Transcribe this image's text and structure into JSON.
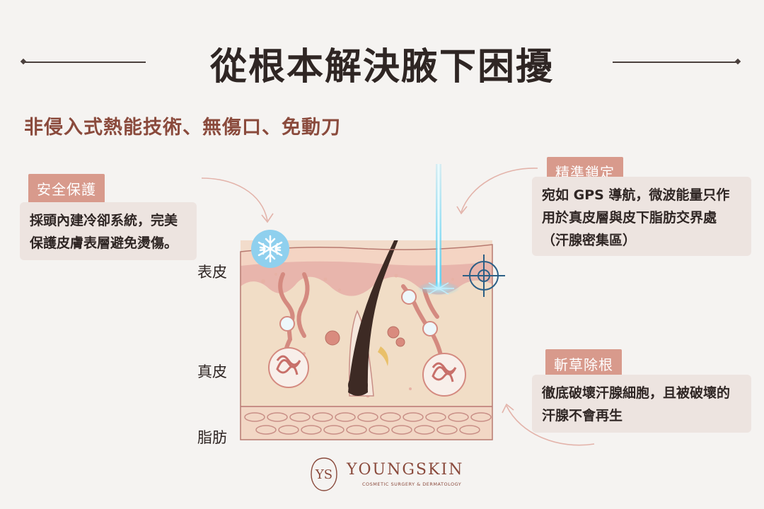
{
  "title": "從根本解決腋下困擾",
  "subtitle": "非侵入式熱能技術、無傷口、免動刀",
  "callouts": {
    "safety": {
      "tag": "安全保護",
      "text": "採頭內建冷卻系統，完美保護皮膚表層避免燙傷。"
    },
    "precise": {
      "tag": "精準鎖定",
      "text": "宛如 GPS 導航，微波能量只作用於真皮層與皮下脂肪交界處（汗腺密集區）"
    },
    "root": {
      "tag": "斬草除根",
      "text": "徹底破壞汗腺細胞，且被破壞的汗腺不會再生"
    }
  },
  "layers": {
    "epidermis": "表皮",
    "dermis": "真皮",
    "fat": "脂肪"
  },
  "brand": {
    "name": "YOUNGSKIN",
    "tagline": "COSMETIC SURGERY & DERMATOLOGY",
    "monogram": "YS"
  },
  "icons": {
    "snowflake": "snowflake-icon",
    "target": "crosshair-target-icon",
    "laser": "microwave-beam"
  },
  "colors": {
    "accent": "#8a4a3c",
    "tag": "#d89a8c",
    "card": "#ede4e0",
    "beam": "#5fd3f5"
  }
}
